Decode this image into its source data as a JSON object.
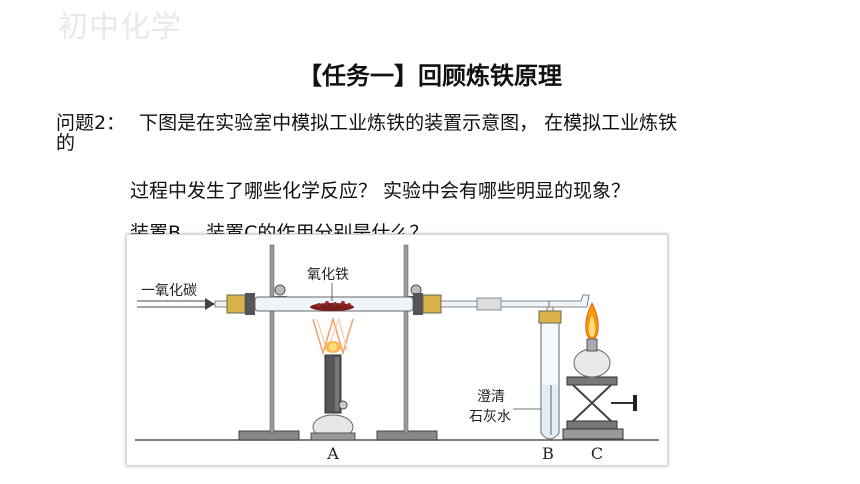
{
  "watermark": "初中化学",
  "title": "【任务一】回顾炼铁原理",
  "question": {
    "label": "问题2：",
    "line1_text": "下图是在实验室中模拟工业炼铁的装置示意图， 在模拟工业炼铁",
    "line1_wrap": "的",
    "line2": "过程中发生了哪些化学反应？ 实验中会有哪些明显的现象？",
    "line3": "装置B、 装置C的作用分别是什么？"
  },
  "figure": {
    "labels": {
      "co_inlet": "一氧化碳",
      "iron_oxide": "氧化铁",
      "limewater_1": "澄清",
      "limewater_2": "石灰水",
      "a": "A",
      "b": "B",
      "c": "C"
    }
  }
}
